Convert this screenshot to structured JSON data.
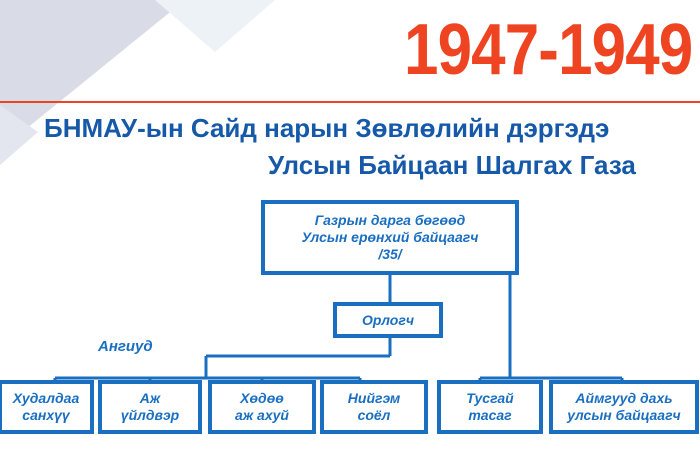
{
  "header": {
    "year": "1947-1949",
    "title_line1": "БНМАУ-ын Сайд нарын Зөвлөлийн дэргэдэ",
    "title_line2": "Улсын Байцаан Шалгах Газа"
  },
  "chart": {
    "top": {
      "line1": "Газрын дарга бөгөөд",
      "line2": "Улсын ерөнхий байцаагч",
      "line3": "/35/"
    },
    "deputy": "Орлогч",
    "departments_label": "Ангиуд",
    "departments": [
      {
        "line1": "Худалдаа",
        "line2": "санхүү"
      },
      {
        "line1": "Аж",
        "line2": "үйлдвэр"
      },
      {
        "line1": "Хөдөө",
        "line2": "аж ахуй"
      },
      {
        "line1": "Нийгэм",
        "line2": "соёл"
      }
    ],
    "right_units": [
      {
        "line1": "Тусгай",
        "line2": "тасаг"
      },
      {
        "line1": "Аймгууд дахь",
        "line2": "улсын байцаагч"
      }
    ]
  },
  "colors": {
    "accent_red": "#ee4422",
    "title_blue": "#1659a8",
    "box_blue": "#1a6fc1",
    "deco_gray": "#d9dce6"
  }
}
